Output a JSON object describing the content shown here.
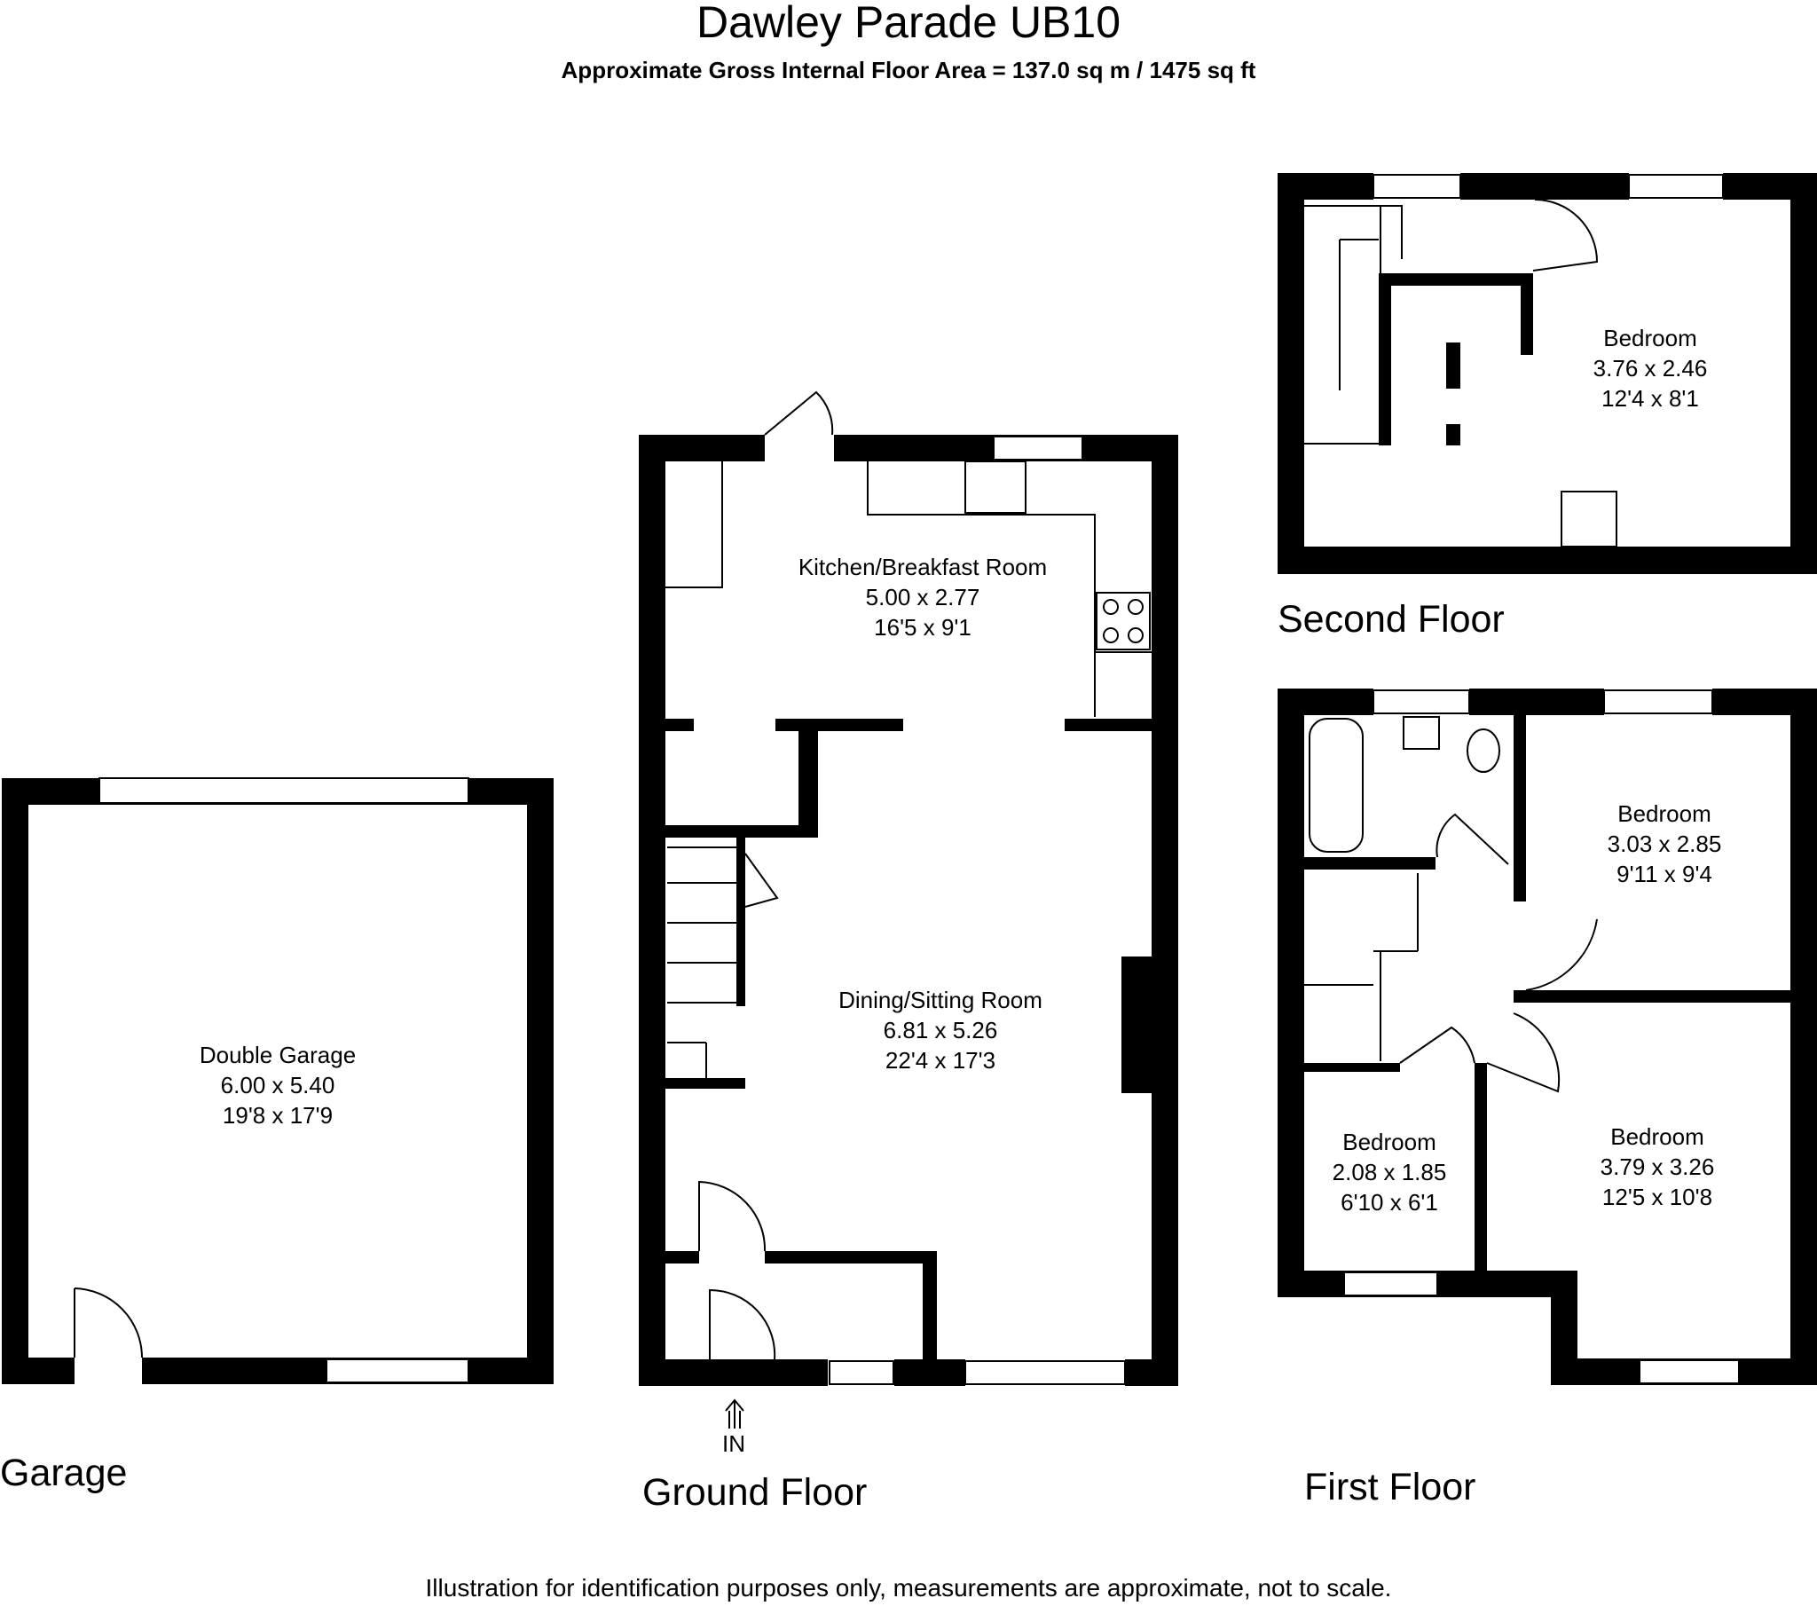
{
  "header": {
    "title": "Dawley Parade UB10",
    "subtitle": "Approximate Gross Internal Floor Area  = 137.0 sq m  / 1475 sq ft"
  },
  "floors": {
    "garage": "Garage",
    "ground": "Ground Floor",
    "first": "First Floor",
    "second": "Second Floor"
  },
  "rooms": {
    "double_garage": {
      "name": "Double Garage",
      "metric": "6.00 x 5.40",
      "imperial": "19'8 x 17'9"
    },
    "kitchen": {
      "name": "Kitchen/Breakfast Room",
      "metric": "5.00 x 2.77",
      "imperial": "16'5 x 9'1"
    },
    "dining": {
      "name": "Dining/Sitting Room",
      "metric": "6.81 x 5.26",
      "imperial": "22'4 x 17'3"
    },
    "bedroom_second": {
      "name": "Bedroom",
      "metric": "3.76 x 2.46",
      "imperial": "12'4 x 8'1"
    },
    "bedroom_first_1": {
      "name": "Bedroom",
      "metric": "3.03 x 2.85",
      "imperial": "9'11 x 9'4"
    },
    "bedroom_first_2": {
      "name": "Bedroom",
      "metric": "2.08 x 1.85",
      "imperial": "6'10 x 6'1"
    },
    "bedroom_first_3": {
      "name": "Bedroom",
      "metric": "3.79 x 3.26",
      "imperial": "12'5 x 10'8"
    }
  },
  "entrance": {
    "label": "IN"
  },
  "footer": {
    "disclaimer": "Illustration for identification purposes only, measurements are approximate, not to scale."
  }
}
